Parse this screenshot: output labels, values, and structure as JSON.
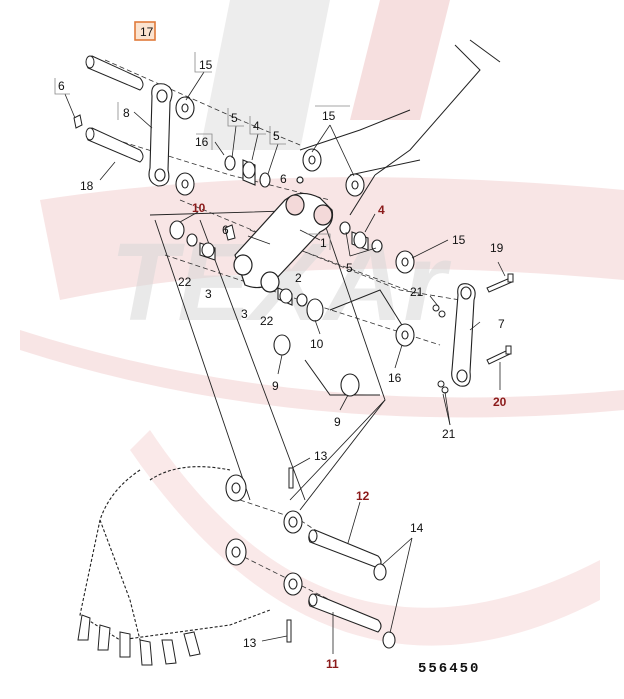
{
  "watermark": {
    "brand_text": "TEXAr",
    "colors": {
      "red": "#f2c7c7",
      "gray": "#dcdcdc"
    }
  },
  "diagram": {
    "document_number": "556450",
    "highlighted_callout": {
      "label": "17",
      "border_color": "#e07a3a",
      "fill": "#fbe3cf"
    },
    "callouts": [
      {
        "id": "c6a",
        "label": "6",
        "style": "boxed"
      },
      {
        "id": "c8",
        "label": "8",
        "style": "boxed"
      },
      {
        "id": "c15a",
        "label": "15",
        "style": "boxed"
      },
      {
        "id": "c18",
        "label": "18",
        "style": "plain"
      },
      {
        "id": "c5a",
        "label": "5",
        "style": "boxed"
      },
      {
        "id": "c4a",
        "label": "4",
        "style": "boxed"
      },
      {
        "id": "c5b",
        "label": "5",
        "style": "boxed"
      },
      {
        "id": "c16a",
        "label": "16",
        "style": "boxed"
      },
      {
        "id": "c15b",
        "label": "15",
        "style": "boxed"
      },
      {
        "id": "c6b",
        "label": "6",
        "style": "plain"
      },
      {
        "id": "c10a",
        "label": "10",
        "style": "red"
      },
      {
        "id": "c6c",
        "label": "6",
        "style": "plain"
      },
      {
        "id": "c1",
        "label": "1",
        "style": "boxed"
      },
      {
        "id": "c4b",
        "label": "4",
        "style": "red"
      },
      {
        "id": "c15c",
        "label": "15",
        "style": "plain"
      },
      {
        "id": "c19",
        "label": "19",
        "style": "plain"
      },
      {
        "id": "c22a",
        "label": "22",
        "style": "plain"
      },
      {
        "id": "c2",
        "label": "2",
        "style": "plain"
      },
      {
        "id": "c5c",
        "label": "5",
        "style": "plain"
      },
      {
        "id": "c3a",
        "label": "3",
        "style": "plain"
      },
      {
        "id": "c21a",
        "label": "21",
        "style": "plain"
      },
      {
        "id": "c3b",
        "label": "3",
        "style": "plain"
      },
      {
        "id": "c22b",
        "label": "22",
        "style": "plain"
      },
      {
        "id": "c10b",
        "label": "10",
        "style": "plain"
      },
      {
        "id": "c7",
        "label": "7",
        "style": "plain"
      },
      {
        "id": "c9a",
        "label": "9",
        "style": "plain"
      },
      {
        "id": "c16b",
        "label": "16",
        "style": "plain"
      },
      {
        "id": "c9b",
        "label": "9",
        "style": "plain"
      },
      {
        "id": "c20",
        "label": "20",
        "style": "red"
      },
      {
        "id": "c21b",
        "label": "21",
        "style": "plain"
      },
      {
        "id": "c13a",
        "label": "13",
        "style": "plain"
      },
      {
        "id": "c12",
        "label": "12",
        "style": "red"
      },
      {
        "id": "c14",
        "label": "14",
        "style": "plain"
      },
      {
        "id": "c13b",
        "label": "13",
        "style": "boxed"
      },
      {
        "id": "c11",
        "label": "11",
        "style": "red"
      }
    ]
  }
}
